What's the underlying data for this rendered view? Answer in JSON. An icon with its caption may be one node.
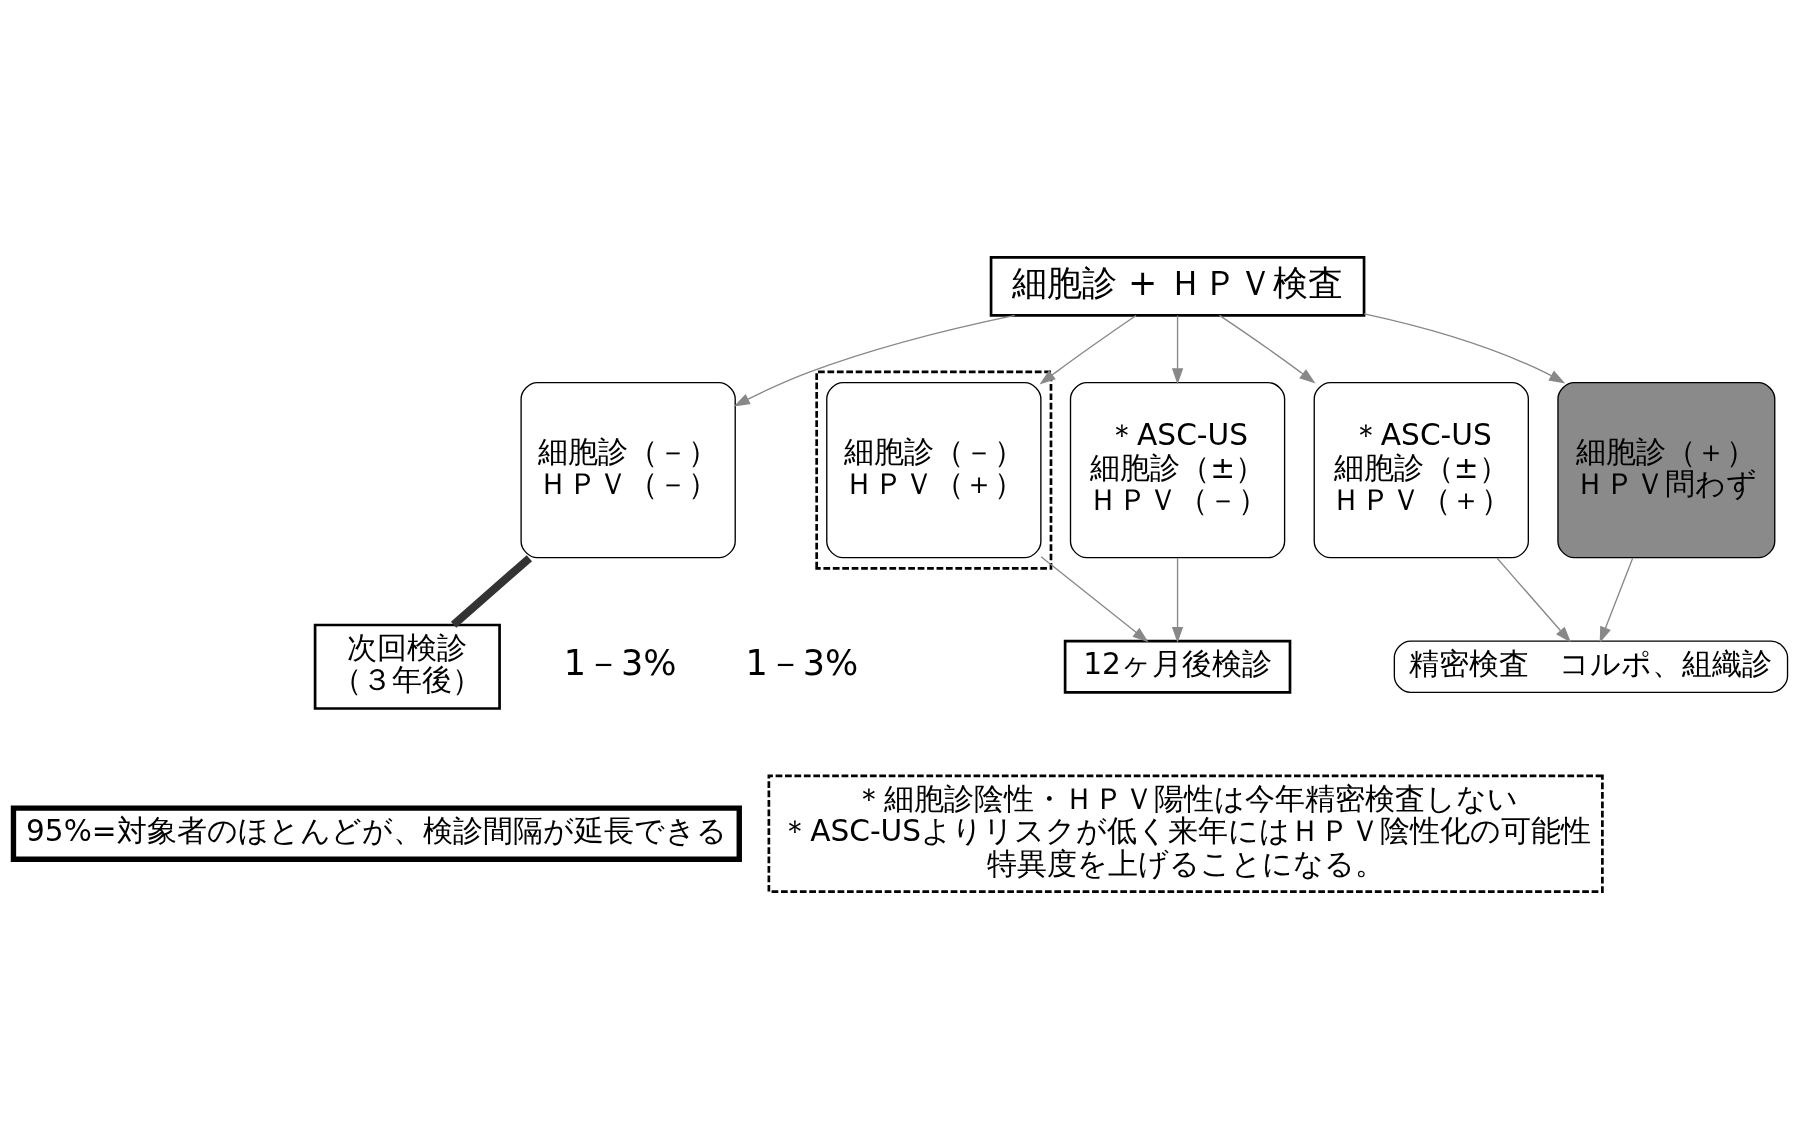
{
  "diagram": {
    "nodes": [
      {
        "text": [
          "細胞診 + ＨＰＶ検査"
        ]
      },
      {
        "text": [
          "細胞診（－）",
          "ＨＰＶ（－）"
        ]
      },
      {
        "text": [],
        "shape": "box"
      },
      {
        "text": [
          "細胞診（－）",
          "ＨＰＶ（＋）"
        ],
        "in": 2
      },
      {
        "text": [
          "＊ASC-US",
          "細胞診（±）",
          "ＨＰＶ（－）"
        ]
      },
      {
        "text": [
          "＊ASC-US",
          "細胞診（±）",
          "ＨＰＶ（＋）"
        ]
      },
      {
        "text": [
          "細胞診（＋）",
          "ＨＰＶ問わず"
        ]
      },
      {
        "text": [
          "12ヶ月後検診"
        ]
      },
      {
        "text": [
          "精密検査　コルポ、組織診"
        ]
      },
      {
        "text": [
          "次回検診",
          "（３年後）"
        ]
      },
      {
        "text": [
          "95%=対象者のほとんどが、検診間隔が延長できる"
        ]
      },
      {
        "text": [
          "＊細胞診陰性・ＨＰＶ陽性は今年精密検査しない",
          "＊ASC-USよりリスクが低く来年にはＨＰＶ陰性化の可能性",
          "特異度を上げることになる。"
        ]
      }
    ],
    "edges": [
      {
        "from": 0,
        "to": 1,
        "arrow": "to"
      },
      {
        "from": 0,
        "to": 3,
        "arrow": "to"
      },
      {
        "from": 0,
        "to": 4,
        "arrow": "to"
      },
      {
        "from": 0,
        "to": 5,
        "arrow": "to"
      },
      {
        "from": 0,
        "to": 6,
        "arrow": "to"
      },
      {
        "from": 3,
        "to": 7,
        "arrow": "to"
      },
      {
        "from": 4,
        "to": 7,
        "arrow": "to"
      },
      {
        "from": 5,
        "to": 8,
        "arrow": "to"
      },
      {
        "from": 6,
        "to": 8,
        "arrow": "to"
      },
      {
        "from": 1,
        "to": 9,
        "arrow": "none",
        "style": "thick",
        "color": "#333333"
      }
    ],
    "labels": [
      "1－3%",
      "1－3%"
    ]
  }
}
